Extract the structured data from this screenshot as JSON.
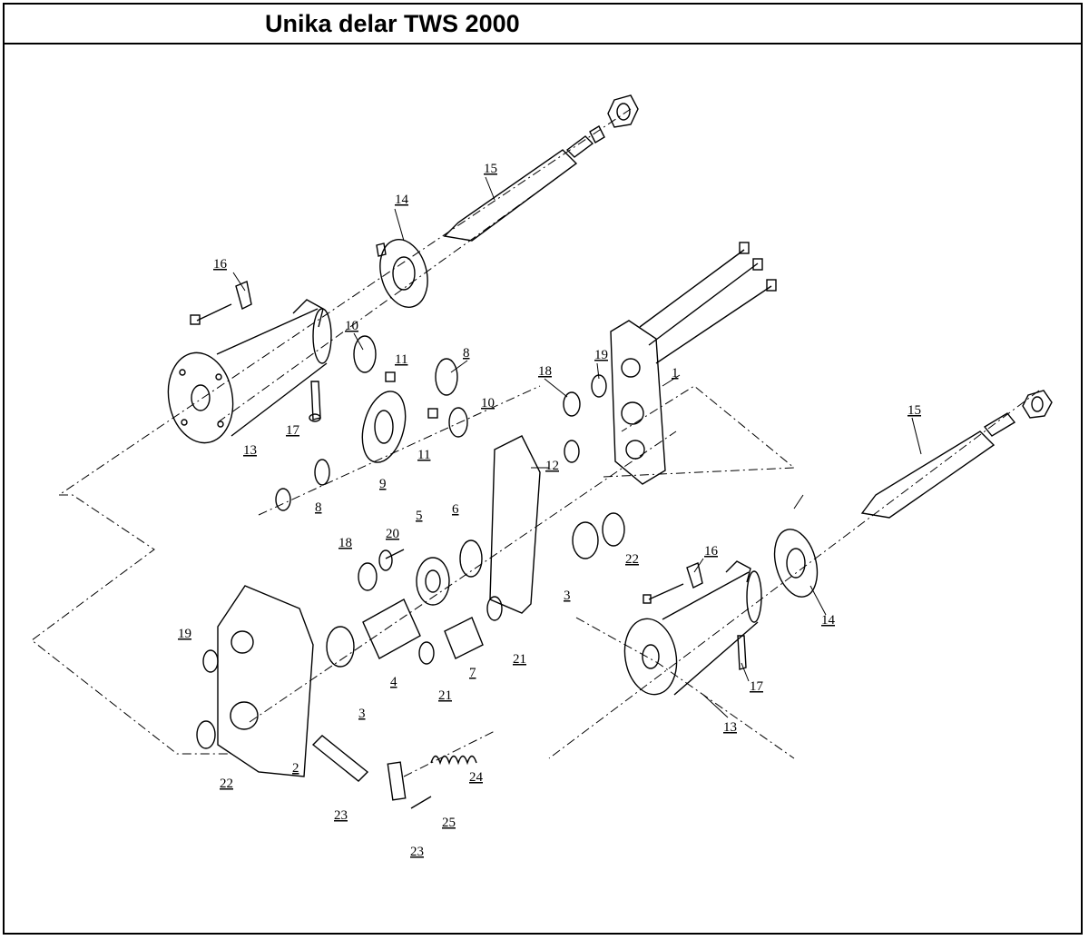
{
  "title": "Unika delar TWS 2000",
  "labels": [
    "1",
    "2",
    "3",
    "3",
    "4",
    "5",
    "6",
    "7",
    "8",
    "8",
    "9",
    "10",
    "10",
    "11",
    "11",
    "12",
    "13",
    "13",
    "14",
    "14",
    "15",
    "15",
    "16",
    "16",
    "17",
    "17",
    "18",
    "18",
    "19",
    "19",
    "20",
    "21",
    "21",
    "22",
    "22",
    "23",
    "23",
    "24",
    "25"
  ]
}
